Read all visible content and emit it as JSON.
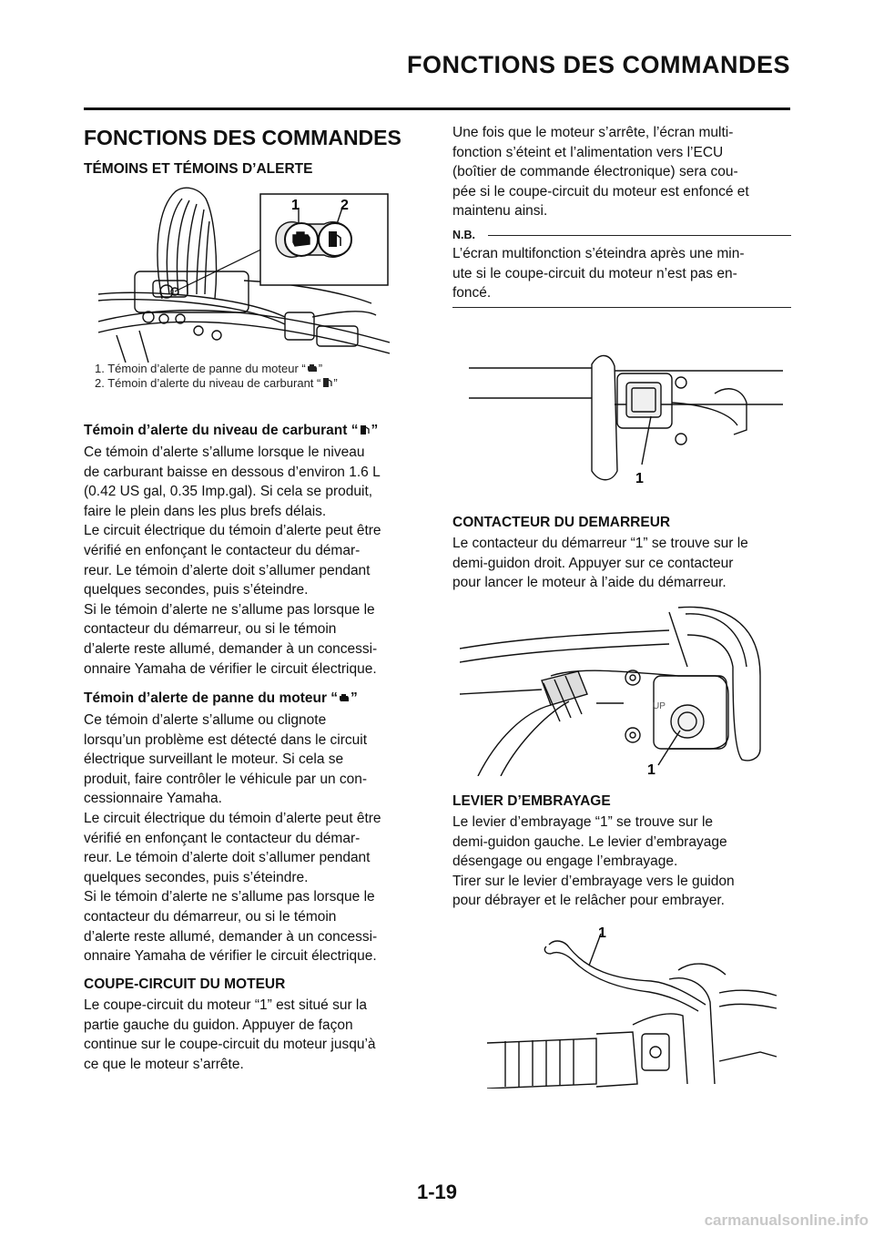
{
  "header": {
    "title": "FONCTIONS DES COMMANDES"
  },
  "left": {
    "heading": "FONCTIONS DES COMMANDES",
    "subheading": "TÉMOINS ET TÉMOINS D’ALERTE",
    "figure1": {
      "callouts": [
        "1",
        "2"
      ],
      "captions": [
        {
          "prefix": "1.  Témoin d’alerte de panne du moteur “",
          "icon": "engine-icon",
          "suffix": "”"
        },
        {
          "prefix": "2.  Témoin d’alerte du niveau de carburant “",
          "icon": "fuel-pump-icon",
          "suffix": "”"
        }
      ]
    },
    "fuel_section": {
      "title_prefix": "Témoin d’alerte du niveau de carburant “",
      "title_icon": "fuel-pump-icon",
      "title_suffix": "”",
      "lines": [
        "Ce témoin d’alerte s’allume lorsque le niveau",
        "de carburant baisse en dessous d’environ 1.6 L",
        "(0.42 US gal, 0.35 Imp.gal). Si cela se produit,",
        "faire le plein dans les plus brefs délais.",
        "Le circuit électrique du témoin d’alerte peut être",
        "vérifié en enfonçant le contacteur du démar-",
        "reur. Le témoin d’alerte doit s’allumer pendant",
        "quelques secondes, puis s’éteindre.",
        "Si le témoin d’alerte ne s’allume pas lorsque le",
        "contacteur du démarreur, ou si le témoin",
        "d’alerte reste allumé, demander à un concessi-",
        "onnaire Yamaha de vérifier le circuit électrique."
      ]
    },
    "engine_section": {
      "title_prefix": "Témoin d’alerte de panne du moteur “",
      "title_icon": "engine-icon",
      "title_suffix": "”",
      "lines": [
        "Ce témoin d’alerte s’allume ou clignote",
        "lorsqu’un problème est détecté dans le circuit",
        "électrique surveillant le moteur. Si cela se",
        "produit, faire contrôler le véhicule par un con-",
        "cessionnaire Yamaha.",
        "Le circuit électrique du témoin d’alerte peut être",
        "vérifié en enfonçant le contacteur du démar-",
        "reur. Le témoin d’alerte doit s’allumer pendant",
        "quelques secondes, puis s’éteindre.",
        "Si le témoin d’alerte ne s’allume pas lorsque le",
        "contacteur du démarreur, ou si le témoin",
        "d’alerte reste allumé, demander à un concessi-",
        "onnaire Yamaha de vérifier le circuit électrique."
      ]
    },
    "kill_section": {
      "title": "COUPE-CIRCUIT DU MOTEUR",
      "lines": [
        "Le coupe-circuit du moteur “1” est situé sur la",
        "partie gauche du guidon. Appuyer de façon",
        "continue sur le coupe-circuit du moteur jusqu’à",
        "ce que le moteur s’arrête."
      ]
    }
  },
  "right": {
    "intro_lines": [
      "Une fois que le moteur s’arrête, l’écran multi-",
      "fonction s’éteint et l’alimentation vers l’ECU",
      "(boîtier de commande électronique) sera cou-",
      "pée si le coupe-circuit du moteur est enfoncé et",
      "maintenu ainsi."
    ],
    "nb": {
      "label": "N.B.",
      "lines": [
        "L’écran multifonction s’éteindra après une min-",
        "ute si le coupe-circuit du moteur n’est pas en-",
        "foncé."
      ]
    },
    "figure2": {
      "callout": "1"
    },
    "starter_section": {
      "title": "CONTACTEUR DU DEMARREUR",
      "lines": [
        "Le contacteur du démarreur “1” se trouve sur le",
        "demi-guidon droit. Appuyer sur ce contacteur",
        "pour lancer le moteur à l’aide du démarreur."
      ]
    },
    "figure3": {
      "callout": "1",
      "label_up": "UP"
    },
    "clutch_section": {
      "title": "LEVIER D’EMBRAYAGE",
      "lines": [
        "Le levier d’embrayage “1” se trouve sur le",
        "demi-guidon gauche. Le levier d’embrayage",
        "désengage ou engage l’embrayage.",
        "Tirer sur le levier d’embrayage vers le guidon",
        "pour débrayer et le relâcher pour embrayer."
      ]
    },
    "figure4": {
      "callout": "1"
    }
  },
  "footer": {
    "page_number": "1-19",
    "watermark": "carmanualsonline.info"
  }
}
